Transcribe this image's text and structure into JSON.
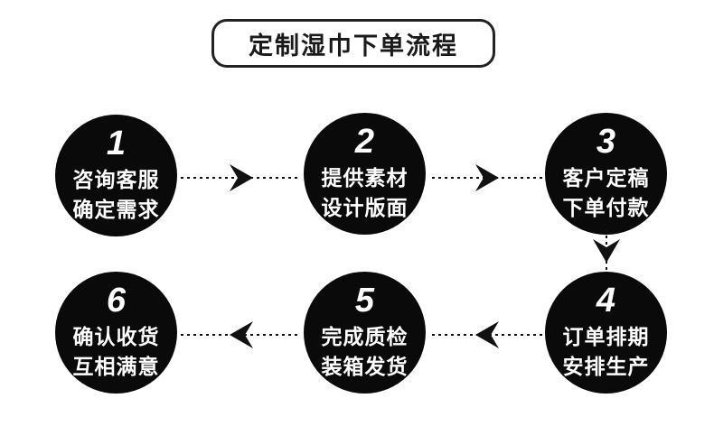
{
  "title": "定制湿巾下单流程",
  "steps": [
    {
      "number": "1",
      "line1": "咨询客服",
      "line2": "确定需求"
    },
    {
      "number": "2",
      "line1": "提供素材",
      "line2": "设计版面"
    },
    {
      "number": "3",
      "line1": "客户定稿",
      "line2": "下单付款"
    },
    {
      "number": "4",
      "line1": "订单排期",
      "line2": "安排生产"
    },
    {
      "number": "5",
      "line1": "完成质检",
      "line2": "装箱发货"
    },
    {
      "number": "6",
      "line1": "确认收货",
      "line2": "互相满意"
    }
  ],
  "arrows": [
    {
      "from": "1",
      "to": "2",
      "direction": "right"
    },
    {
      "from": "2",
      "to": "3",
      "direction": "right"
    },
    {
      "from": "3",
      "to": "4",
      "direction": "down"
    },
    {
      "from": "4",
      "to": "5",
      "direction": "left"
    },
    {
      "from": "5",
      "to": "6",
      "direction": "left"
    }
  ],
  "colors": {
    "background": "#ffffff",
    "circle_fill": "#0a0a0a",
    "circle_text": "#ffffff",
    "title_border": "#222222",
    "title_text": "#1a1a1a",
    "arrow": "#111111"
  }
}
